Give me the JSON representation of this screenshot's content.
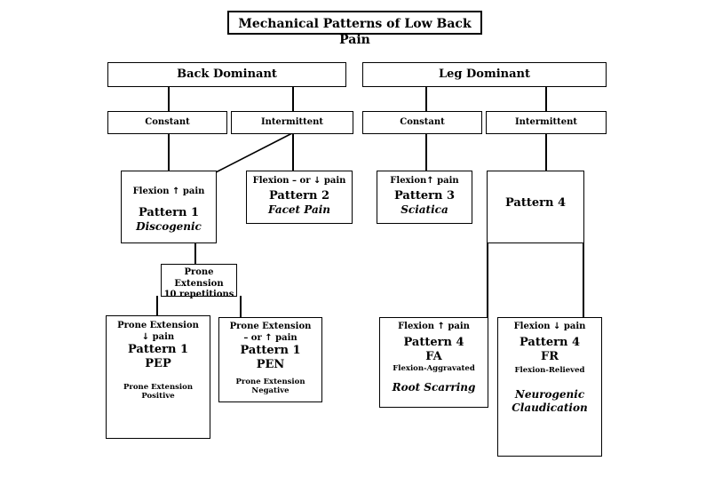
{
  "title": "Mechanical Patterns of Low Back Pain",
  "back_dominant": {
    "label": "Back Dominant",
    "constant": "Constant",
    "intermittent": "Intermittent",
    "pattern1": {
      "flexion_prefix": "Flexion",
      "arrow": "↑",
      "flexion_suffix": "pain",
      "name": "Pattern 1",
      "desc": "Discogenic"
    },
    "pattern2": {
      "flexion_prefix": "Flexion – or",
      "arrow": "↓",
      "flexion_suffix": "pain",
      "name": "Pattern 2",
      "desc": "Facet Pain"
    },
    "prone_test": {
      "line1": "Prone Extension",
      "line2": "10 repetitions"
    },
    "pep": {
      "line1": "Prone Extension",
      "arrow": "↓",
      "line2_suffix": "pain",
      "name": "Pattern 1",
      "code": "PEP",
      "desc": "Prone Extension Positive"
    },
    "pen": {
      "line1": "Prone Extension",
      "line2_prefix": "– or",
      "arrow": "↑",
      "line2_suffix": "pain",
      "name": "Pattern 1",
      "code": "PEN",
      "desc": "Prone Extension Negative"
    }
  },
  "leg_dominant": {
    "label": "Leg Dominant",
    "constant": "Constant",
    "intermittent": "Intermittent",
    "pattern3": {
      "flexion_prefix": "Flexion",
      "arrow": "↑",
      "flexion_suffix": "pain",
      "name": "Pattern 3",
      "desc": "Sciatica"
    },
    "pattern4": {
      "name": "Pattern 4"
    },
    "fa": {
      "flexion_prefix": "Flexion",
      "arrow": "↑",
      "flexion_suffix": "pain",
      "name": "Pattern 4",
      "code": "FA",
      "sub": "Flexion-Aggravated",
      "desc": "Root Scarring"
    },
    "fr": {
      "flexion_prefix": "Flexion",
      "arrow": "↓",
      "flexion_suffix": "pain",
      "name": "Pattern 4",
      "code": "FR",
      "sub": "Flexion-Relieved",
      "desc1": "Neurogenic",
      "desc2": "Claudication"
    }
  },
  "icons": {
    "up": "arrow-up-icon",
    "down": "arrow-down-icon"
  }
}
